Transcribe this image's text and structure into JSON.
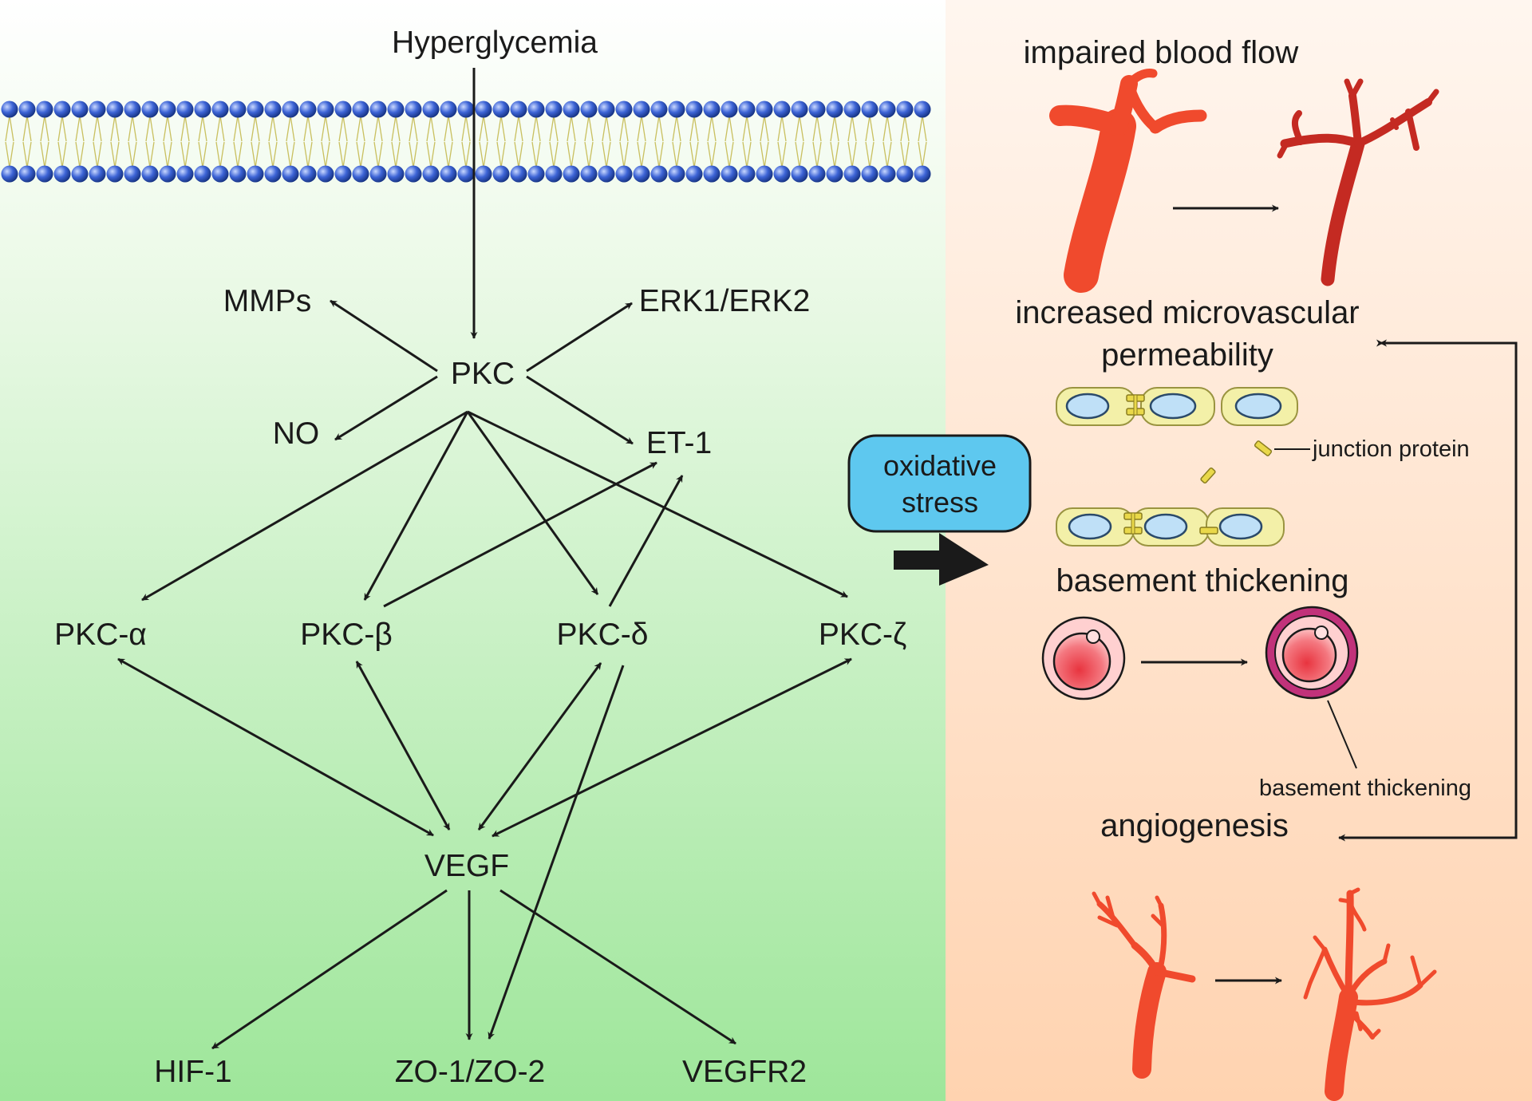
{
  "left_panel": {
    "trigger": "Hyperglycemia",
    "hub": "PKC",
    "upstream_targets": [
      "MMPs",
      "ERK1/ERK2",
      "NO",
      "ET-1"
    ],
    "isoforms": [
      "PKC-α",
      "PKC-β",
      "PKC-δ",
      "PKC-ζ"
    ],
    "growth_factor": "VEGF",
    "downstream": [
      "HIF-1",
      "ZO-1/ZO-2",
      "VEGFR2"
    ]
  },
  "center": {
    "box_label_line1": "oxidative",
    "box_label_line2": "stress"
  },
  "right_panel": {
    "blood_flow_title": "impaired blood flow",
    "permeability_title_line1": "increased microvascular",
    "permeability_title_line2": "permeability",
    "junction_label": "junction protein",
    "basement_title": "basement thickening",
    "basement_label": "basement thickening",
    "angiogenesis_title": "angiogenesis"
  },
  "colors": {
    "left_bg_top": "#ffffff",
    "left_bg_bottom": "#9ee69a",
    "right_bg_top": "#fff6ef",
    "right_bg_bottom": "#ffd3b0",
    "vessel": "#f04a2d",
    "vessel_dark": "#c42a22",
    "oxidative_box": "#5ec8ef",
    "cell_fill": "#f3f0a8",
    "nucleus": "#bfe0f7",
    "ring": "#c1327a"
  }
}
